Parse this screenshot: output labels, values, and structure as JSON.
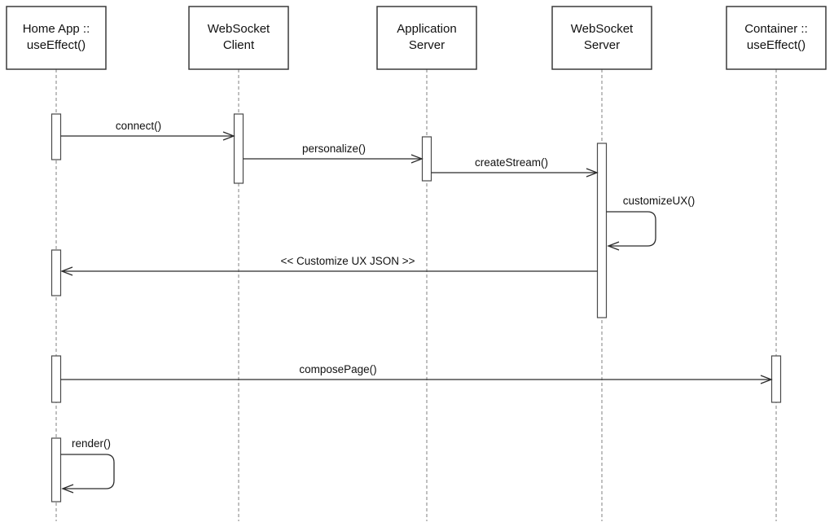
{
  "diagram_type": "uml-sequence-diagram",
  "participants": [
    {
      "line1": "Home App ::",
      "line2": "useEffect()"
    },
    {
      "line1": "WebSocket",
      "line2": "Client"
    },
    {
      "line1": "Application",
      "line2": "Server"
    },
    {
      "line1": "WebSocket",
      "line2": "Server"
    },
    {
      "line1": "Container ::",
      "line2": "useEffect()"
    }
  ],
  "messages": [
    {
      "label": "connect()",
      "from": "Home App :: useEffect()",
      "to": "WebSocket Client",
      "kind": "call"
    },
    {
      "label": "personalize()",
      "from": "WebSocket Client",
      "to": "Application Server",
      "kind": "call"
    },
    {
      "label": "createStream()",
      "from": "Application Server",
      "to": "WebSocket Server",
      "kind": "call"
    },
    {
      "label": "customizeUX()",
      "from": "WebSocket Server",
      "to": "WebSocket Server",
      "kind": "self-call"
    },
    {
      "label": "<< Customize UX JSON >>",
      "from": "WebSocket Server",
      "to": "Home App :: useEffect()",
      "kind": "return"
    },
    {
      "label": "composePage()",
      "from": "Home App :: useEffect()",
      "to": "Container :: useEffect()",
      "kind": "call"
    },
    {
      "label": "render()",
      "from": "Home App :: useEffect()",
      "to": "Home App :: useEffect()",
      "kind": "self-call"
    }
  ],
  "colors": {
    "background": "#ffffff",
    "box_border": "#3a3a3a",
    "message_line": "#2b2b2b",
    "lifeline": "#808080",
    "activation_border": "#4a4a4a",
    "text": "#111111"
  }
}
